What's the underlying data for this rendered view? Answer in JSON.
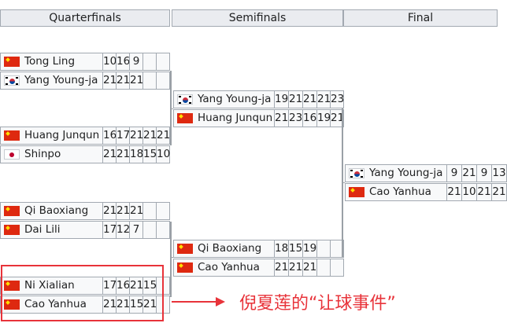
{
  "headers": [
    "Quarterfinals",
    "Semifinals",
    "Final"
  ],
  "matches": [
    {
      "players": [
        {
          "flag": "CN",
          "name": "Tong Ling",
          "scores": [
            "10",
            "16",
            "9",
            "",
            ""
          ]
        },
        {
          "flag": "KR",
          "name": "Yang Young-ja",
          "scores": [
            "21",
            "21",
            "21",
            "",
            ""
          ]
        }
      ]
    },
    {
      "players": [
        {
          "flag": "CN",
          "name": "Huang Junqun",
          "scores": [
            "16",
            "17",
            "21",
            "21",
            "21"
          ]
        },
        {
          "flag": "JP",
          "name": "Shinpo",
          "scores": [
            "21",
            "21",
            "18",
            "15",
            "10"
          ]
        }
      ]
    },
    {
      "players": [
        {
          "flag": "CN",
          "name": "Qi Baoxiang",
          "scores": [
            "21",
            "21",
            "21",
            "",
            ""
          ]
        },
        {
          "flag": "CN",
          "name": "Dai Lili",
          "scores": [
            "17",
            "12",
            "7",
            "",
            ""
          ]
        }
      ]
    },
    {
      "players": [
        {
          "flag": "CN",
          "name": "Ni Xialian",
          "scores": [
            "17",
            "16",
            "21",
            "15",
            ""
          ]
        },
        {
          "flag": "CN",
          "name": "Cao Yanhua",
          "scores": [
            "21",
            "21",
            "15",
            "21",
            ""
          ]
        }
      ]
    },
    {
      "players": [
        {
          "flag": "KR",
          "name": "Yang Young-ja",
          "scores": [
            "19",
            "21",
            "21",
            "21",
            "23"
          ]
        },
        {
          "flag": "CN",
          "name": "Huang Junqun",
          "scores": [
            "21",
            "23",
            "16",
            "19",
            "21"
          ]
        }
      ]
    },
    {
      "players": [
        {
          "flag": "CN",
          "name": "Qi Baoxiang",
          "scores": [
            "18",
            "15",
            "19",
            "",
            ""
          ]
        },
        {
          "flag": "CN",
          "name": "Cao Yanhua",
          "scores": [
            "21",
            "21",
            "21",
            "",
            ""
          ]
        }
      ]
    },
    {
      "players": [
        {
          "flag": "KR",
          "name": "Yang Young-ja",
          "scores": [
            "9",
            "21",
            "9",
            "13"
          ]
        },
        {
          "flag": "CN",
          "name": "Cao Yanhua",
          "scores": [
            "21",
            "10",
            "21",
            "21"
          ]
        }
      ]
    }
  ],
  "annotation": "倪夏莲的“让球事件”",
  "colors": {
    "highlight": "#e8333a",
    "header_bg": "#eaecf0",
    "cell_bg": "#f8f9fa",
    "border": "#a2a9b1"
  }
}
